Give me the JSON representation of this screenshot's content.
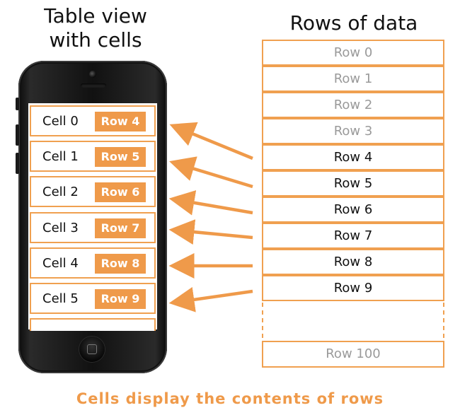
{
  "titles": {
    "left": "Table view\nwith cells",
    "right": "Rows of data"
  },
  "cells": [
    {
      "label": "Cell 0",
      "row": "Row 4"
    },
    {
      "label": "Cell 1",
      "row": "Row 5"
    },
    {
      "label": "Cell 2",
      "row": "Row 6"
    },
    {
      "label": "Cell 3",
      "row": "Row 7"
    },
    {
      "label": "Cell 4",
      "row": "Row 8"
    },
    {
      "label": "Cell 5",
      "row": "Row 9"
    }
  ],
  "rows": [
    "Row 0",
    "Row 1",
    "Row 2",
    "Row 3",
    "Row 4",
    "Row 5",
    "Row 6",
    "Row 7",
    "Row 8",
    "Row 9"
  ],
  "last_row": "Row 100",
  "caption": "Cells display the contents of rows",
  "colors": {
    "accent": "#ef9a4a",
    "faded_text": "#9a9a9a"
  }
}
